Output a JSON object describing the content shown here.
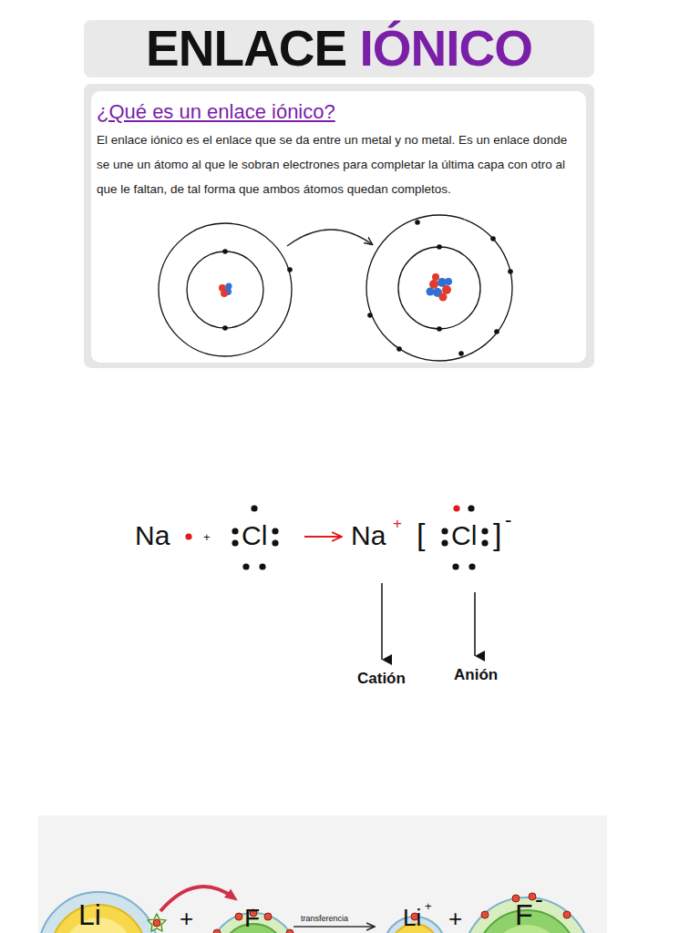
{
  "diagram": {
    "title": "ENLACE IÓNICO",
    "nodes": [
      {
        "text": [
          "¿Qué es un enlace iónico?",
          "El enlace iónico es el enlace que se da entre un metal y no metal. Es un enlace donde se une un átomo al que le sobran electrones para completar la última capa con otro al que le faltan, de tal forma que ambos átomos quedan completos."
        ]
      }
    ],
    "labels": [
      "Na",
      "+",
      "Cl",
      "Na",
      "+",
      "[",
      "Cl",
      "]",
      "-",
      "Catión",
      "Anión",
      "Li",
      "+",
      "F",
      "transferencia",
      "Li",
      "+",
      "+",
      "F",
      "-"
    ]
  }
}
